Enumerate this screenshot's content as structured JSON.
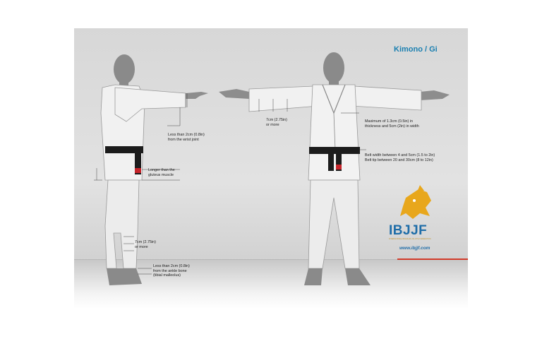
{
  "poster": {
    "title": "Kimono / Gi",
    "notes": {
      "wrist": "Less than 2cm (0.8in)\nfrom the wrist joint",
      "gluteus": "Longer than the\ngluteus muscle",
      "leg_opening": "7cm (2.75in)\nor more",
      "ankle": "Less than 2cm (0.8in)\nfrom the ankle bone\n(tibial malleolus)",
      "sleeve_opening": "7cm (2.75in)\nor more",
      "lapel": "Maximum of 1.3cm (0.5in) in\nthickness and 5cm (2in) in width",
      "belt": "Belt width between 4 and 5cm (1.5 to 2in)\nBelt tip between 20 and 30cm (8 to 12in)"
    },
    "brand": {
      "name": "IBJJF",
      "subtitle": "INTERNATIONAL BRAZILIAN JIU-JITSU FEDERATION",
      "url": "www.ibjjf.com",
      "logo_icon": "warrior-lion-icon",
      "colors": {
        "blue": "#1f6da8",
        "gold": "#e8a71c",
        "title": "#1a7fb0",
        "red_accent": "#d23a2a"
      }
    }
  }
}
